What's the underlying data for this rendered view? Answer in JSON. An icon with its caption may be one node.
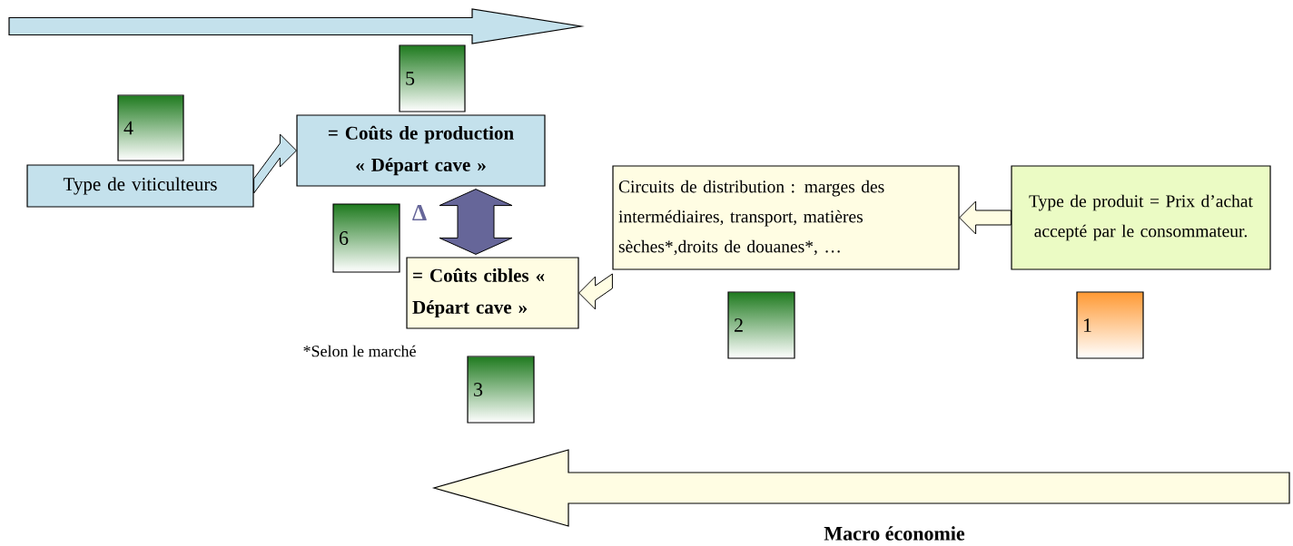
{
  "diagram": {
    "nodes": [
      {
        "text": [
          "5"
        ]
      },
      {
        "text": [
          "4"
        ]
      },
      {
        "text": [
          "= Coûts de production « Départ cave »"
        ]
      },
      {
        "text": [
          "Type de viticulteurs"
        ]
      },
      {
        "text": [
          "Circuits de distribution : marges des intermédiaires, transport, matières sèches*,droits de douanes*, …"
        ]
      },
      {
        "text": [
          "Type de produit = Prix d’achat accepté par le consommateur."
        ]
      },
      {
        "text": [
          "6"
        ]
      },
      {
        "text": [
          "= Coûts cibles « Départ cave »"
        ]
      },
      {
        "text": [
          "2"
        ]
      },
      {
        "text": [
          "1"
        ]
      },
      {
        "text": [
          "3"
        ]
      }
    ],
    "edges": [
      {
        "from": 3,
        "to": 2,
        "arrow": "to"
      },
      {
        "from": 5,
        "to": 4,
        "arrow": "to"
      },
      {
        "from": 4,
        "to": 7,
        "arrow": "to"
      },
      {
        "from": 2,
        "to": 7,
        "arrow": "both",
        "label": "Δ",
        "style": "thick",
        "color": "#666699"
      }
    ],
    "labels": [
      "*Selon le marché",
      "Macro économie"
    ]
  }
}
